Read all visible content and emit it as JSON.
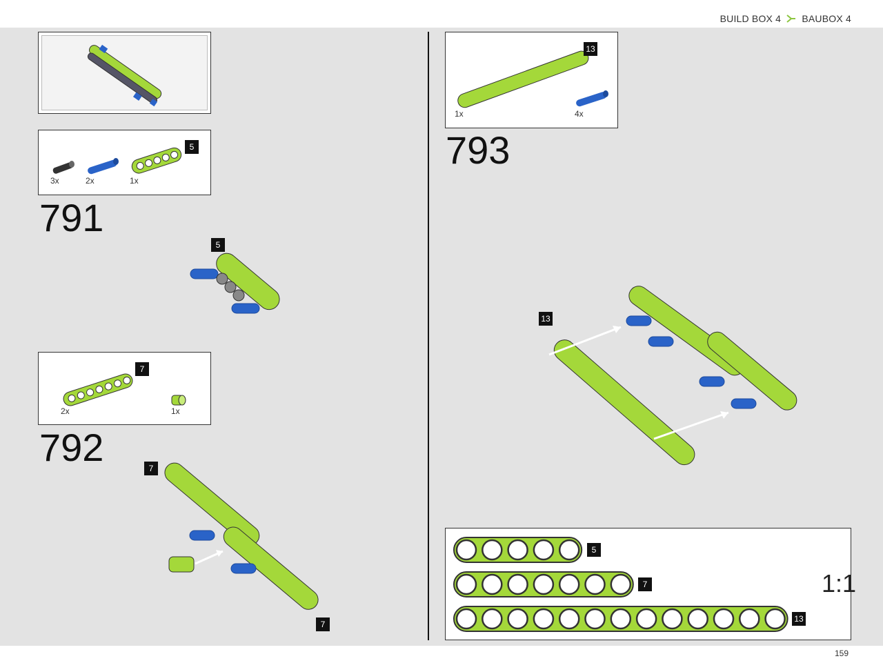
{
  "header": {
    "breadcrumb_left": "BUILD BOX 4",
    "breadcrumb_right": "BAUBOX 4"
  },
  "steps": [
    {
      "number": "791",
      "parts": [
        {
          "qty": "3x",
          "icon": "black-pin-icon"
        },
        {
          "qty": "2x",
          "icon": "blue-axle-pin-icon"
        },
        {
          "qty": "1x",
          "icon": "lime-beam-5-icon"
        }
      ],
      "parts_badge": "5",
      "assembly_badge": "5"
    },
    {
      "number": "792",
      "parts": [
        {
          "qty": "2x",
          "icon": "lime-beam-7-icon"
        },
        {
          "qty": "1x",
          "icon": "lime-bush-icon"
        }
      ],
      "parts_badge": "7",
      "assembly_badges": [
        "7",
        "7"
      ]
    },
    {
      "number": "793",
      "parts": [
        {
          "qty": "1x",
          "icon": "lime-beam-13-icon"
        },
        {
          "qty": "4x",
          "icon": "blue-axle-pin-icon"
        }
      ],
      "parts_badge": "13",
      "assembly_badge": "13"
    }
  ],
  "scale_ruler": {
    "label": "1:1",
    "beams": [
      "5",
      "7",
      "13"
    ]
  },
  "page_number": "159",
  "colors": {
    "lime": "#a4d83a",
    "blue": "#2a63c8",
    "background": "#e3e3e3",
    "accent": "#8cc63f"
  }
}
